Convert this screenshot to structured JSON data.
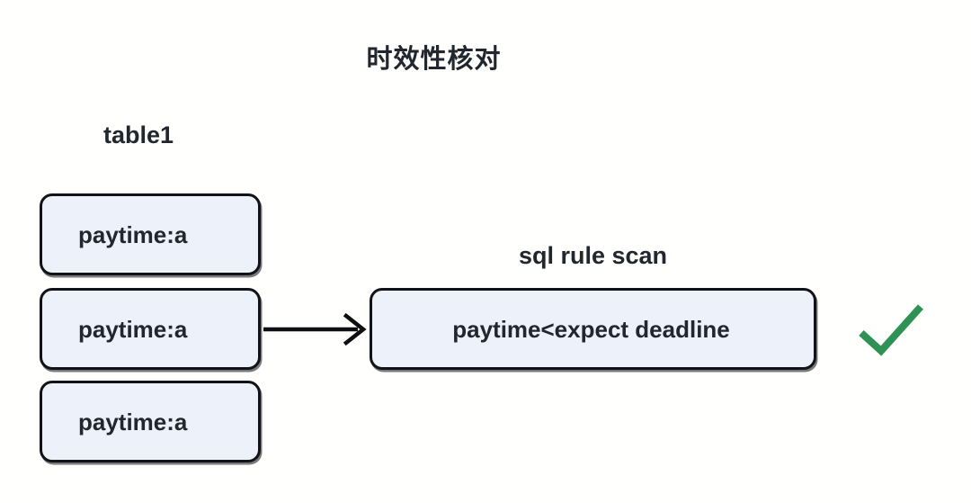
{
  "diagram": {
    "title": "时效性核对",
    "groups": {
      "table_label": "table1",
      "rule_label": "sql rule scan"
    },
    "rows": [
      {
        "text": "paytime:a"
      },
      {
        "text": "paytime:a"
      },
      {
        "text": "paytime:a"
      }
    ],
    "rule": {
      "text": "paytime<expect deadline"
    },
    "arrow": {
      "name": "flow-arrow",
      "direction": "right"
    },
    "status": {
      "icon": "check-icon",
      "meaning": "pass"
    },
    "colors": {
      "background": "#fffffd",
      "box_fill": "#edf1f9",
      "box_border": "#111318",
      "text": "#22262e",
      "check_green": "#2f9254",
      "arrow": "#0d0f13"
    }
  }
}
